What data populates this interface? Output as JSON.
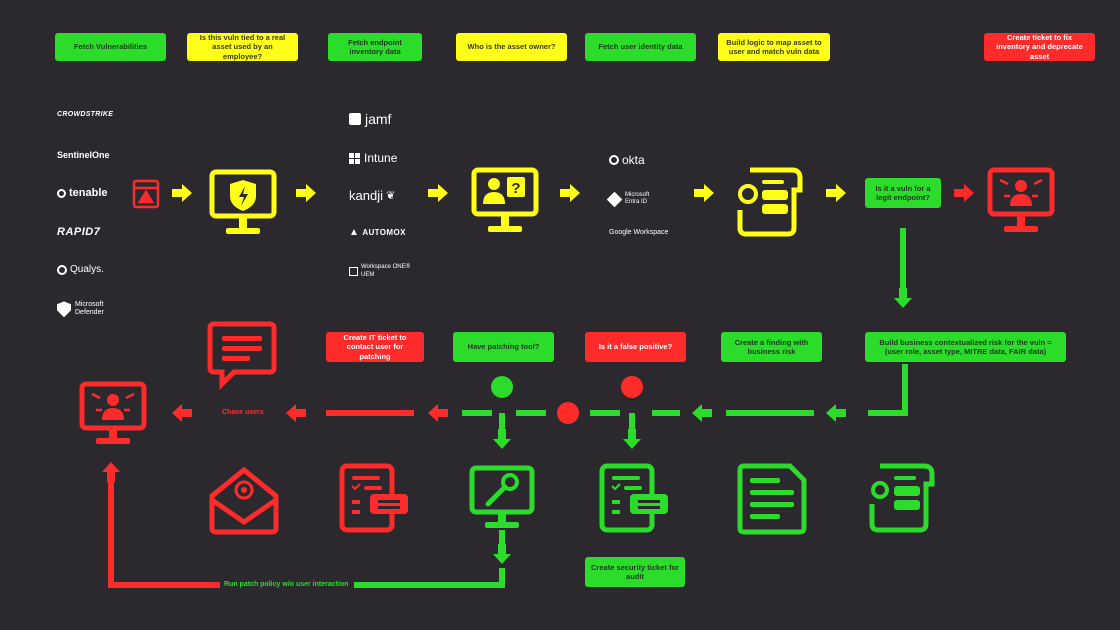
{
  "steps": {
    "fetch_vulns": "Fetch Vulnerabilities",
    "real_asset_question": "Is this vuln tied to a real asset used by an employee?",
    "fetch_endpoint": "Fetch endpoint inventory data",
    "asset_owner_question": "Who is the asset owner?",
    "fetch_identity": "Fetch user identity data",
    "build_logic": "Build logic to map asset to user and match vuln data",
    "create_ticket_inventory": "Create ticket to fix inventory and deprecate asset",
    "legit_endpoint_question": "Is it a vuln for a legit endpoint?",
    "business_risk": "Build business contextualized risk for the vuln = (user role, asset type, MITRE data, FAIR data)",
    "create_finding": "Create a finding with business risk",
    "false_positive_question": "Is it a false positive?",
    "patching_tool_question": "Have patching tool?",
    "create_it_ticket": "Create IT ticket to contact user for patching",
    "create_security_ticket": "Create security ticket for audit",
    "chase_users": "Chase users",
    "run_patch_policy": "Run patch policy w/o user interaction"
  },
  "vuln_sources": [
    "CROWDSTRIKE",
    "SentinelOne",
    "tenable",
    "RAPID7",
    "Qualys.",
    "Microsoft Defender"
  ],
  "endpoint_sources": [
    "jamf",
    "Intune",
    "kandji",
    "AUTOMOX",
    "Workspace ONE® UEM"
  ],
  "identity_sources": [
    "okta",
    "Microsoft Entra ID",
    "Google Workspace"
  ],
  "colors": {
    "green": "#2bdc2b",
    "yellow": "#ffff1a",
    "red": "#ff2b2b",
    "background": "#2b292e"
  }
}
